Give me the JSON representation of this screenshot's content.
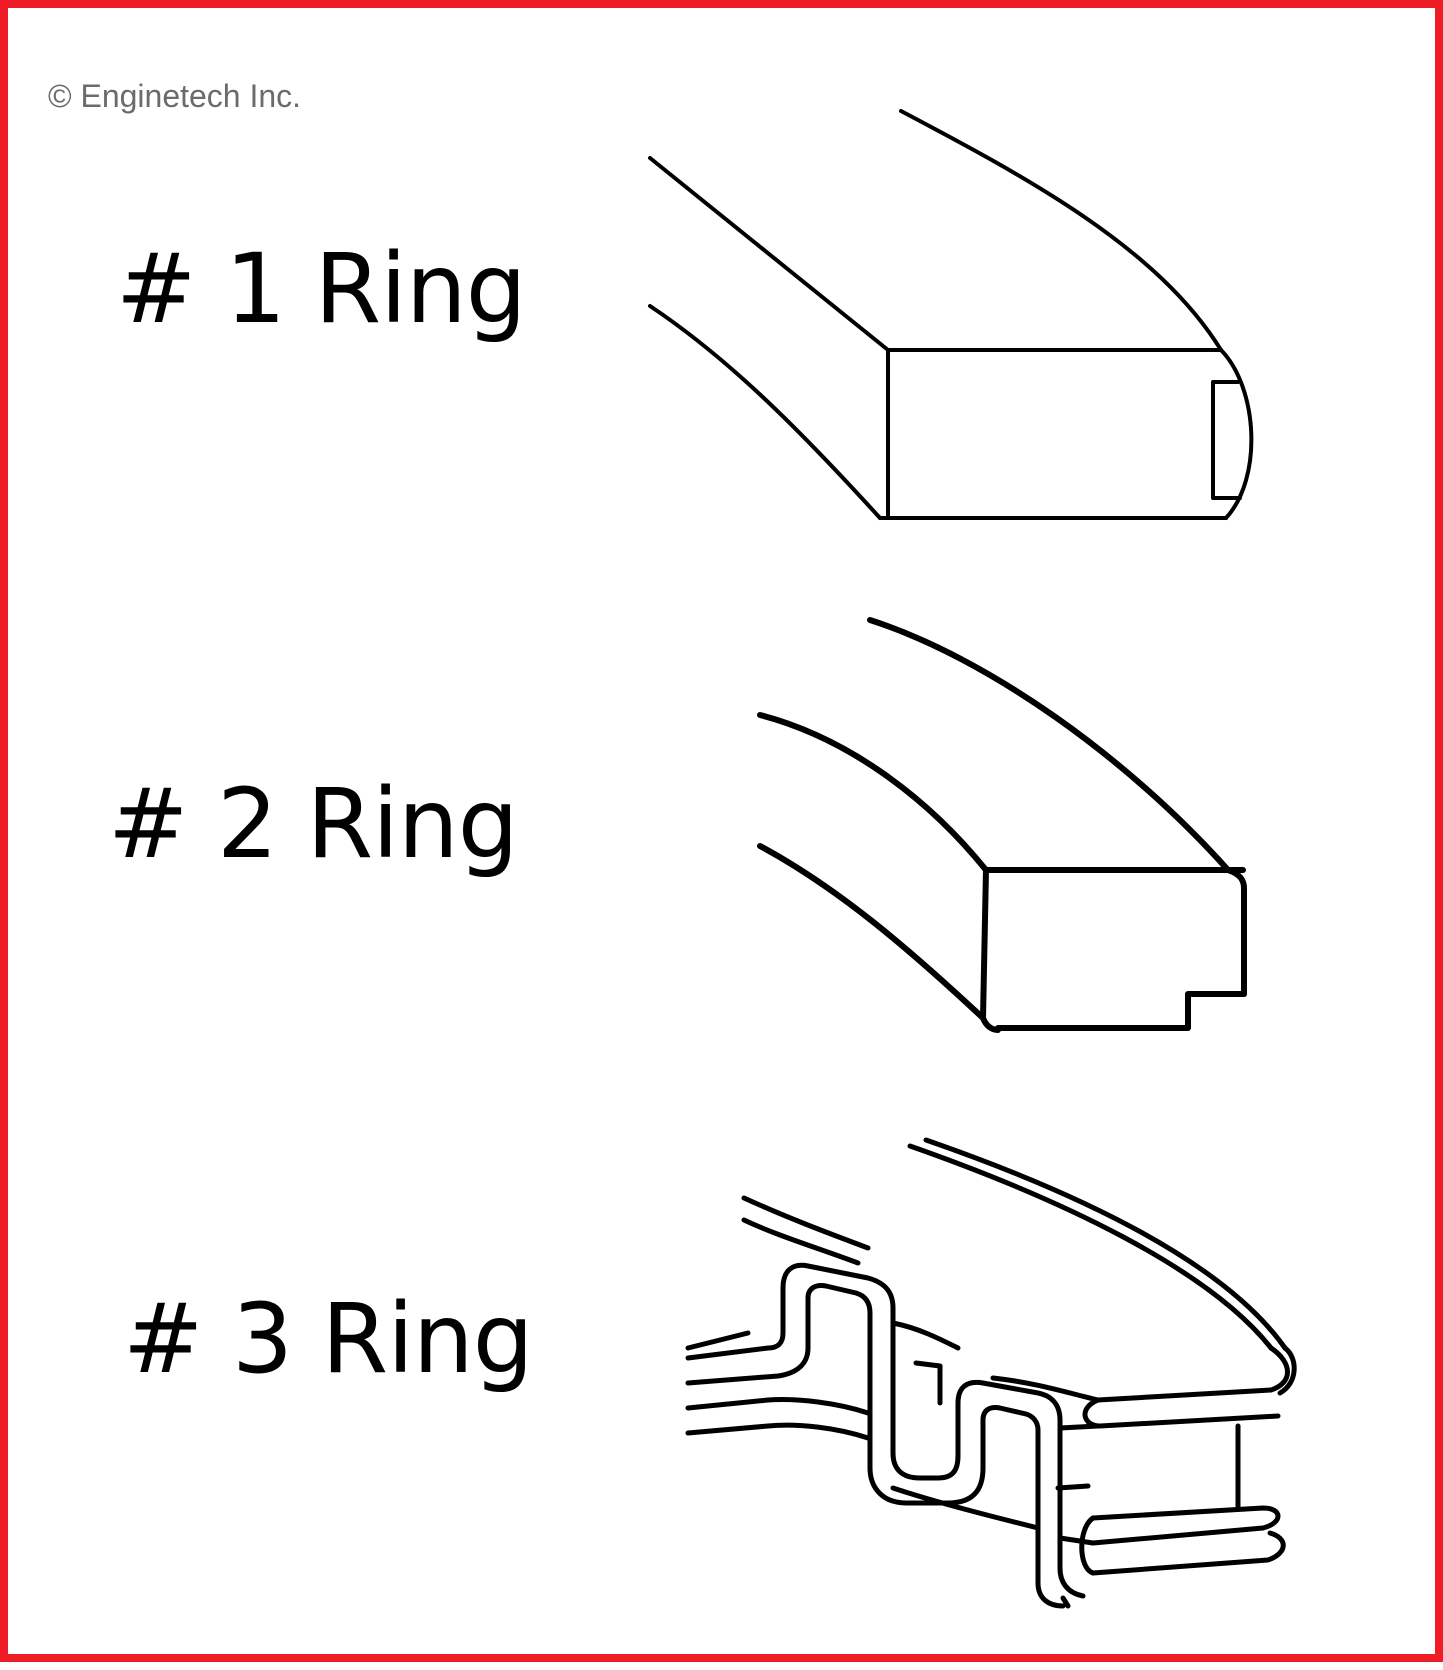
{
  "copyright": "© Enginetech Inc.",
  "rings": [
    {
      "label": "# 1 Ring",
      "icon": "compression-ring-top-icon"
    },
    {
      "label": "# 2 Ring",
      "icon": "compression-ring-second-icon"
    },
    {
      "label": "# 3 Ring",
      "icon": "oil-control-ring-icon"
    }
  ],
  "colors": {
    "border": "#ee1c24",
    "text": "#000000",
    "copyright": "#6b6b6b"
  }
}
